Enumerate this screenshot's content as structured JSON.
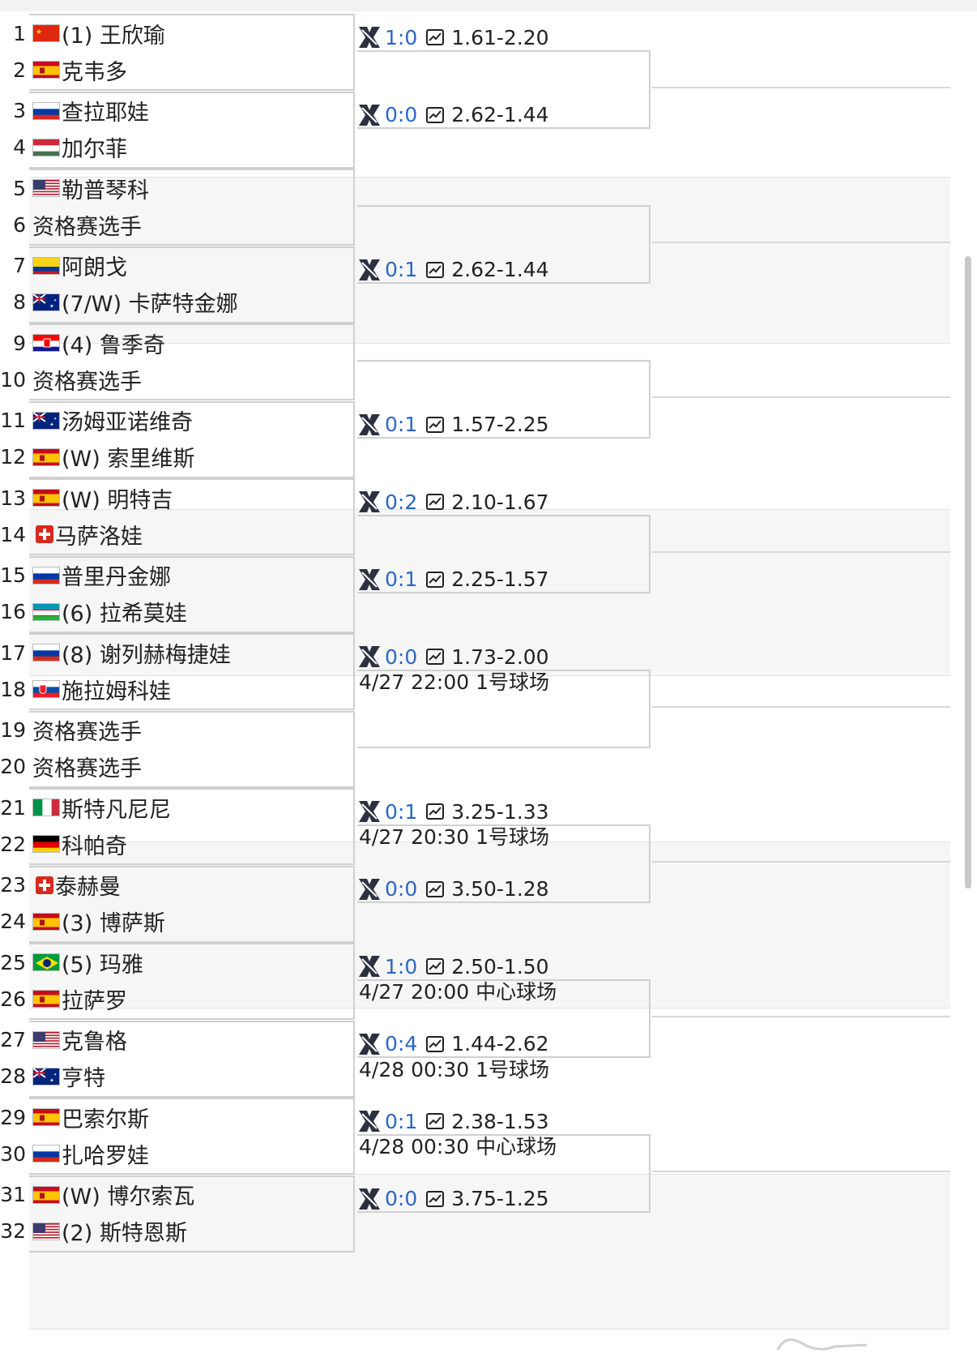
{
  "players": [
    {
      "num": "1",
      "name": "(1) 王欣瑜",
      "flag": "cn-flag-icon"
    },
    {
      "num": "2",
      "name": "克韦多",
      "flag": "es-flag-icon"
    },
    {
      "num": "3",
      "name": "查拉耶娃",
      "flag": "ru-flag-icon"
    },
    {
      "num": "4",
      "name": "加尔菲",
      "flag": "hu-flag-icon"
    },
    {
      "num": "5",
      "name": "勒普琴科",
      "flag": "us-flag-icon"
    },
    {
      "num": "6",
      "name": "资格赛选手",
      "flag": ""
    },
    {
      "num": "7",
      "name": "阿朗戈",
      "flag": "co-flag-icon"
    },
    {
      "num": "8",
      "name": "(7/W) 卡萨特金娜",
      "flag": "au-flag-icon"
    },
    {
      "num": "9",
      "name": "(4) 鲁季奇",
      "flag": "hr-flag-icon"
    },
    {
      "num": "10",
      "name": "资格赛选手",
      "flag": ""
    },
    {
      "num": "11",
      "name": "汤姆亚诺维奇",
      "flag": "au-flag-icon"
    },
    {
      "num": "12",
      "name": "(W) 索里维斯",
      "flag": "es-flag-icon"
    },
    {
      "num": "13",
      "name": "(W) 明特吉",
      "flag": "es-flag-icon"
    },
    {
      "num": "14",
      "name": "马萨洛娃",
      "flag": "ch-flag-icon"
    },
    {
      "num": "15",
      "name": "普里丹金娜",
      "flag": "ru-flag-icon"
    },
    {
      "num": "16",
      "name": "(6) 拉希莫娃",
      "flag": "uz-flag-icon"
    },
    {
      "num": "17",
      "name": "(8) 谢列赫梅捷娃",
      "flag": "ru-flag-icon"
    },
    {
      "num": "18",
      "name": "施拉姆科娃",
      "flag": "sk-flag-icon"
    },
    {
      "num": "19",
      "name": "资格赛选手",
      "flag": ""
    },
    {
      "num": "20",
      "name": "资格赛选手",
      "flag": ""
    },
    {
      "num": "21",
      "name": "斯特凡尼尼",
      "flag": "it-flag-icon"
    },
    {
      "num": "22",
      "name": "科帕奇",
      "flag": "de-flag-icon"
    },
    {
      "num": "23",
      "name": "泰赫曼",
      "flag": "ch-flag-icon"
    },
    {
      "num": "24",
      "name": "(3) 博萨斯",
      "flag": "es-flag-icon"
    },
    {
      "num": "25",
      "name": "(5) 玛雅",
      "flag": "br-flag-icon"
    },
    {
      "num": "26",
      "name": "拉萨罗",
      "flag": "es-flag-icon"
    },
    {
      "num": "27",
      "name": "克鲁格",
      "flag": "us-flag-icon"
    },
    {
      "num": "28",
      "name": "亨特",
      "flag": "au-flag-icon"
    },
    {
      "num": "29",
      "name": "巴索尔斯",
      "flag": "es-flag-icon"
    },
    {
      "num": "30",
      "name": "扎哈罗娃",
      "flag": "ru-flag-icon"
    },
    {
      "num": "31",
      "name": "(W) 博尔索瓦",
      "flag": "es-flag-icon"
    },
    {
      "num": "32",
      "name": "(2) 斯特恩斯",
      "flag": "us-flag-icon"
    }
  ],
  "matches": [
    {
      "score": "1:0",
      "odds": "1.61-2.20",
      "time": ""
    },
    {
      "score": "0:0",
      "odds": "2.62-1.44",
      "time": ""
    },
    {
      "score": "",
      "odds": "",
      "time": ""
    },
    {
      "score": "0:1",
      "odds": "2.62-1.44",
      "time": ""
    },
    {
      "score": "",
      "odds": "",
      "time": ""
    },
    {
      "score": "0:1",
      "odds": "1.57-2.25",
      "time": ""
    },
    {
      "score": "0:2",
      "odds": "2.10-1.67",
      "time": ""
    },
    {
      "score": "0:1",
      "odds": "2.25-1.57",
      "time": ""
    },
    {
      "score": "0:0",
      "odds": "1.73-2.00",
      "time": "4/27 22:00 1号球场"
    },
    {
      "score": "",
      "odds": "",
      "time": ""
    },
    {
      "score": "0:1",
      "odds": "3.25-1.33",
      "time": "4/27 20:30 1号球场"
    },
    {
      "score": "0:0",
      "odds": "3.50-1.28",
      "time": ""
    },
    {
      "score": "1:0",
      "odds": "2.50-1.50",
      "time": "4/27 20:00 中心球场"
    },
    {
      "score": "0:4",
      "odds": "1.44-2.62",
      "time": "4/28 00:30 1号球场"
    },
    {
      "score": "0:1",
      "odds": "2.38-1.53",
      "time": "4/28 00:30 中心球场"
    },
    {
      "score": "0:0",
      "odds": "3.75-1.25",
      "time": ""
    }
  ],
  "colors": {
    "score": "#2a67c4",
    "border": "#d0d0d0",
    "band_alt": "#f6f6f6"
  }
}
